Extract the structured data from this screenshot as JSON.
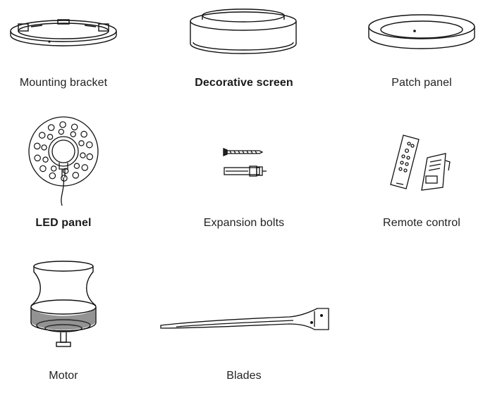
{
  "parts": {
    "mounting_bracket": "Mounting bracket",
    "decorative_screen": "Decorative screen",
    "patch_panel": "Patch panel",
    "led_panel": "LED panel",
    "expansion_bolts": "Expansion bolts",
    "remote_control": "Remote control",
    "motor": "Motor",
    "blades": "Blades"
  }
}
